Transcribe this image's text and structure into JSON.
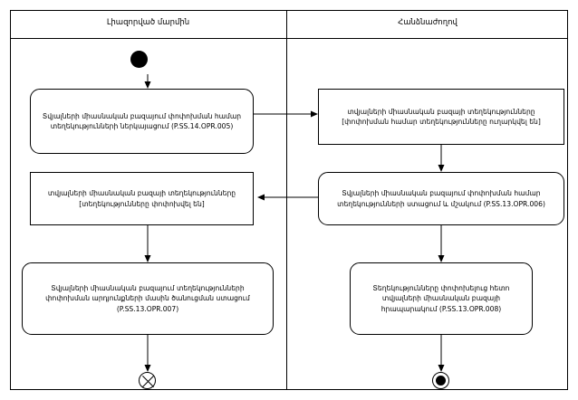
{
  "diagram": {
    "type": "uml-activity-diagram",
    "lanes": [
      {
        "id": "lane-left",
        "title": "Լիազորված մարմին"
      },
      {
        "id": "lane-right",
        "title": "Հանձնաժողով"
      }
    ],
    "nodes": [
      {
        "id": "initial",
        "kind": "initial-node",
        "lane": "lane-left",
        "label": ""
      },
      {
        "id": "action-opr-005",
        "kind": "action",
        "lane": "lane-left",
        "line1": "Տվյալների միասնական բազայում փոփոխման համար",
        "line2": "տեղեկությունների ներկայացում (P.SS.14.OPR.005)"
      },
      {
        "id": "object-sent",
        "kind": "object",
        "lane": "lane-right",
        "line1": "տվյալների միասնական բազայի տեղեկությունները",
        "line2": "[փոփոխման համար տեղեկությունները ուղարկվել են]"
      },
      {
        "id": "action-opr-006",
        "kind": "action",
        "lane": "lane-right",
        "line1": "Տվյալների միասնական բազայում փոփոխման համար",
        "line2": "տեղեկությունների ստացում և մշակում (P.SS.13.OPR.006)"
      },
      {
        "id": "object-changed",
        "kind": "object",
        "lane": "lane-left",
        "line1": "տվյալների միասնական բազայի տեղեկությունները",
        "line2": "[տեղեկությունները փոփոխվել են]"
      },
      {
        "id": "action-opr-007",
        "kind": "action",
        "lane": "lane-left",
        "line1": "Տվյալների միասնական բազայում տեղեկությունների",
        "line2": "փոփոխման արդյունքների մասին ծանուցման ստացում",
        "line3": "(P.SS.13.OPR.007)"
      },
      {
        "id": "action-opr-008",
        "kind": "action",
        "lane": "lane-right",
        "line1": "Տեղեկությունները փոփոխելուց հետո",
        "line2": "տվյալների միասնական բազայի",
        "line3": "հրապարակում (P.SS.13.OPR.008)"
      },
      {
        "id": "flow-final",
        "kind": "flow-final-node",
        "lane": "lane-left",
        "label": ""
      },
      {
        "id": "activity-final",
        "kind": "activity-final-node",
        "lane": "lane-right",
        "label": ""
      }
    ],
    "edges": [
      {
        "from": "initial",
        "to": "action-opr-005"
      },
      {
        "from": "action-opr-005",
        "to": "object-sent"
      },
      {
        "from": "object-sent",
        "to": "action-opr-006"
      },
      {
        "from": "action-opr-006",
        "to": "object-changed"
      },
      {
        "from": "action-opr-006",
        "to": "action-opr-008"
      },
      {
        "from": "object-changed",
        "to": "action-opr-007"
      },
      {
        "from": "action-opr-007",
        "to": "flow-final"
      },
      {
        "from": "action-opr-008",
        "to": "activity-final"
      }
    ],
    "colors": {
      "stroke": "#000000",
      "fill": "#ffffff"
    }
  }
}
